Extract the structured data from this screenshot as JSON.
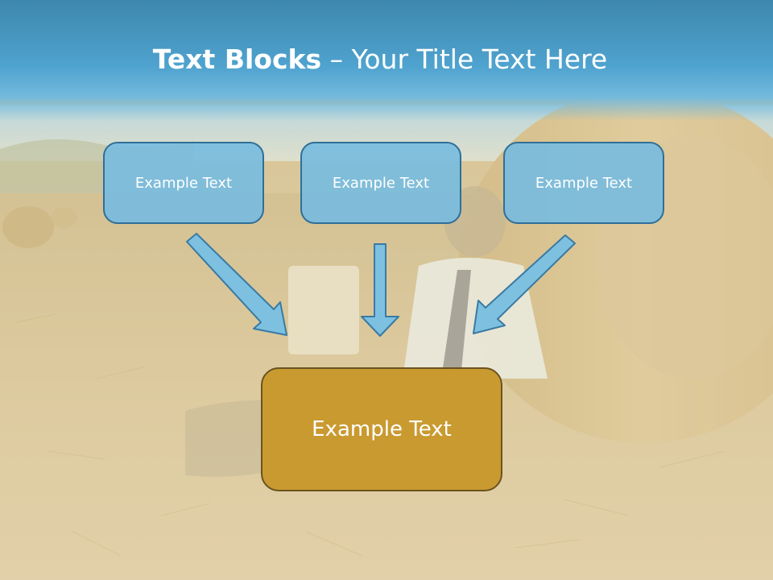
{
  "title": {
    "bold": "Text Blocks",
    "rest": " – Your Title Text Here"
  },
  "blocks": {
    "left": "Example Text",
    "center": "Example Text",
    "right": "Example Text",
    "main": "Example Text"
  },
  "colors": {
    "title_band": "#4fa3cf",
    "small_block_fill": "#78bcde",
    "small_block_border": "#2f6f98",
    "main_block_fill": "#c99a30",
    "main_block_border": "#6b5320",
    "arrow_fill": "#7ec0e0",
    "arrow_stroke": "#3a7aa3"
  }
}
